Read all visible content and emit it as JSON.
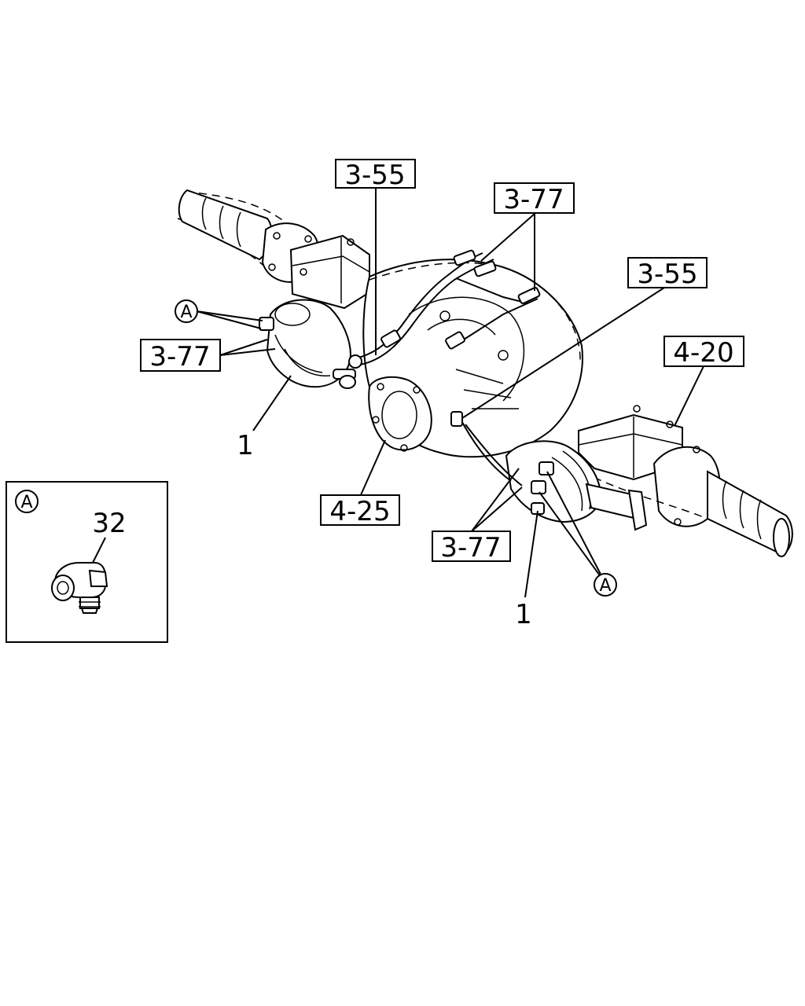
{
  "callouts": {
    "ref_355_top": "3-55",
    "ref_377_top": "3-77",
    "ref_355_right": "3-55",
    "ref_377_left": "3-77",
    "ref_420": "4-20",
    "ref_425": "4-25",
    "ref_377_bottom": "3-77",
    "part_1_left": "1",
    "part_1_bottom": "1",
    "detail_a_left": "A",
    "detail_a_bottom": "A"
  },
  "detail_panel": {
    "marker": "A",
    "part_number": "32"
  }
}
